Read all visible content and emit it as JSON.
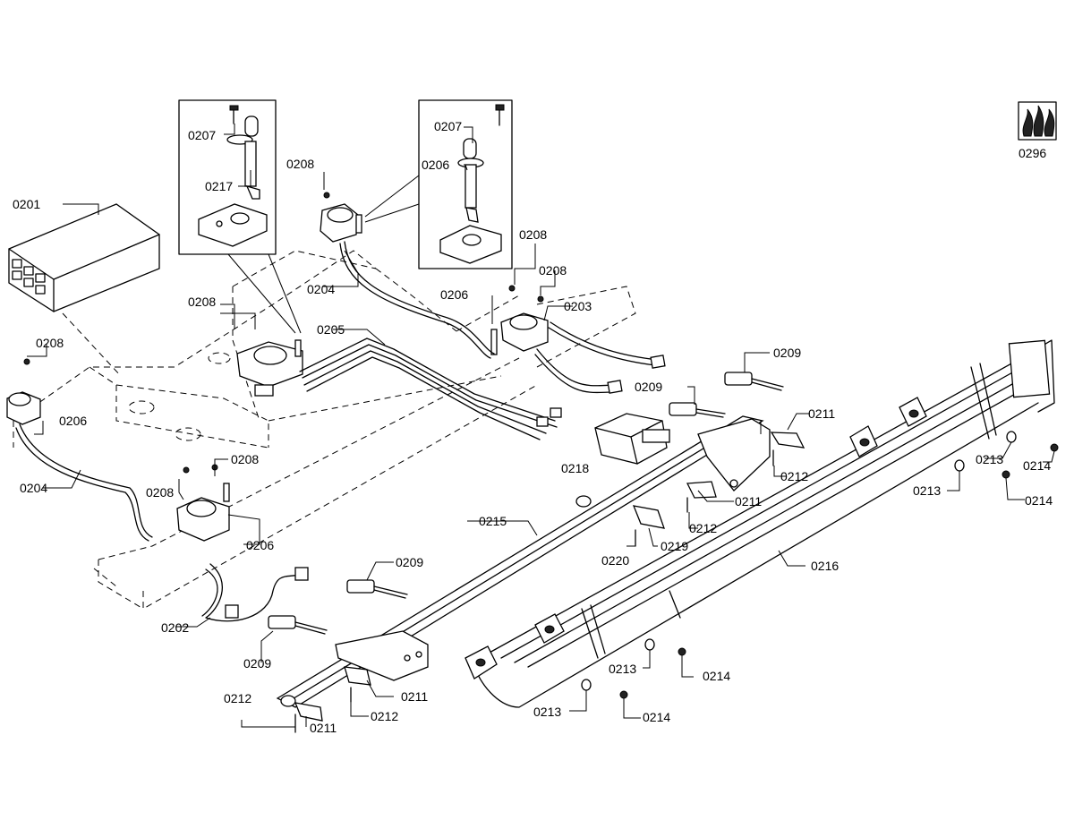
{
  "diagram": {
    "labels": {
      "l0201": "0201",
      "l0202": "0202",
      "l0203": "0203",
      "l0204a": "0204",
      "l0204b": "0204",
      "l0205": "0205",
      "l0206a": "0206",
      "l0206b": "0206",
      "l0206c": "0206",
      "l0206d": "0206",
      "l0207a": "0207",
      "l0207b": "0207",
      "l0208a": "0208",
      "l0208b": "0208",
      "l0208c": "0208",
      "l0208d": "0208",
      "l0208e": "0208",
      "l0208f": "0208",
      "l0208g": "0208",
      "l0209a": "0209",
      "l0209b": "0209",
      "l0209c": "0209",
      "l0209d": "0209",
      "l0211a": "0211",
      "l0211b": "0211",
      "l0211c": "0211",
      "l0211d": "0211",
      "l0212a": "0212",
      "l0212b": "0212",
      "l0212c": "0212",
      "l0212d": "0212",
      "l0213a": "0213",
      "l0213b": "0213",
      "l0213c": "0213",
      "l0213d": "0213",
      "l0214a": "0214",
      "l0214b": "0214",
      "l0214c": "0214",
      "l0214d": "0214",
      "l0215": "0215",
      "l0216": "0216",
      "l0217": "0217",
      "l0218": "0218",
      "l0219": "0219",
      "l0220": "0220",
      "l0296": "0296"
    }
  }
}
